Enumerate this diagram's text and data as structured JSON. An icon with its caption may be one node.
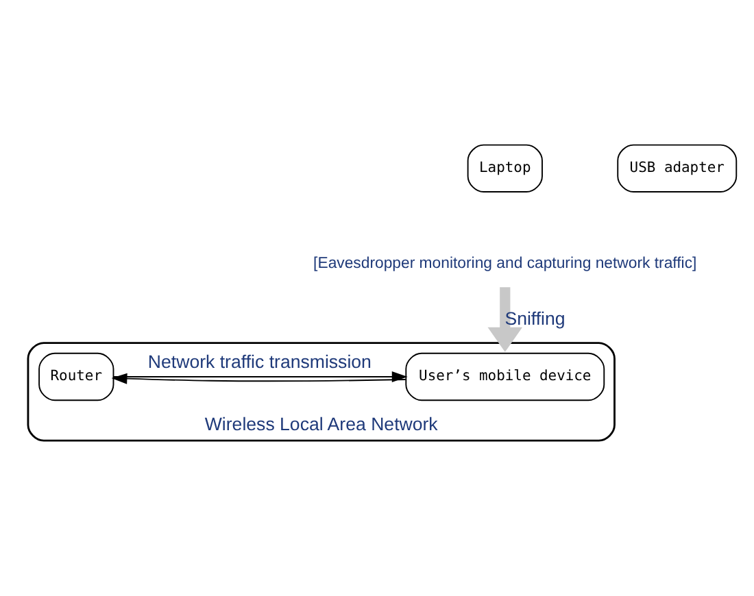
{
  "diagram": {
    "nodes": [
      {
        "text": [
          "Laptop"
        ]
      },
      {
        "text": [
          "USB adapter"
        ]
      },
      {
        "text": [
          "[Eavesdropper monitoring and capturing network traffic]"
        ]
      },
      {
        "text": [
          "Wireless Local Area Network"
        ]
      },
      {
        "text": [
          "User’s mobile device"
        ],
        "in": 3
      },
      {
        "text": [
          "Router"
        ],
        "in": 3
      }
    ],
    "edges": [
      {
        "from": 2,
        "to": 3,
        "arrow": "to",
        "label": "Sniffing",
        "style": "thick",
        "color": "#c8c8c8"
      },
      {
        "from": 5,
        "to": 4,
        "arrow": "to",
        "label": "Network traffic transmission"
      },
      {
        "from": 4,
        "to": 5,
        "arrow": "to"
      }
    ]
  }
}
